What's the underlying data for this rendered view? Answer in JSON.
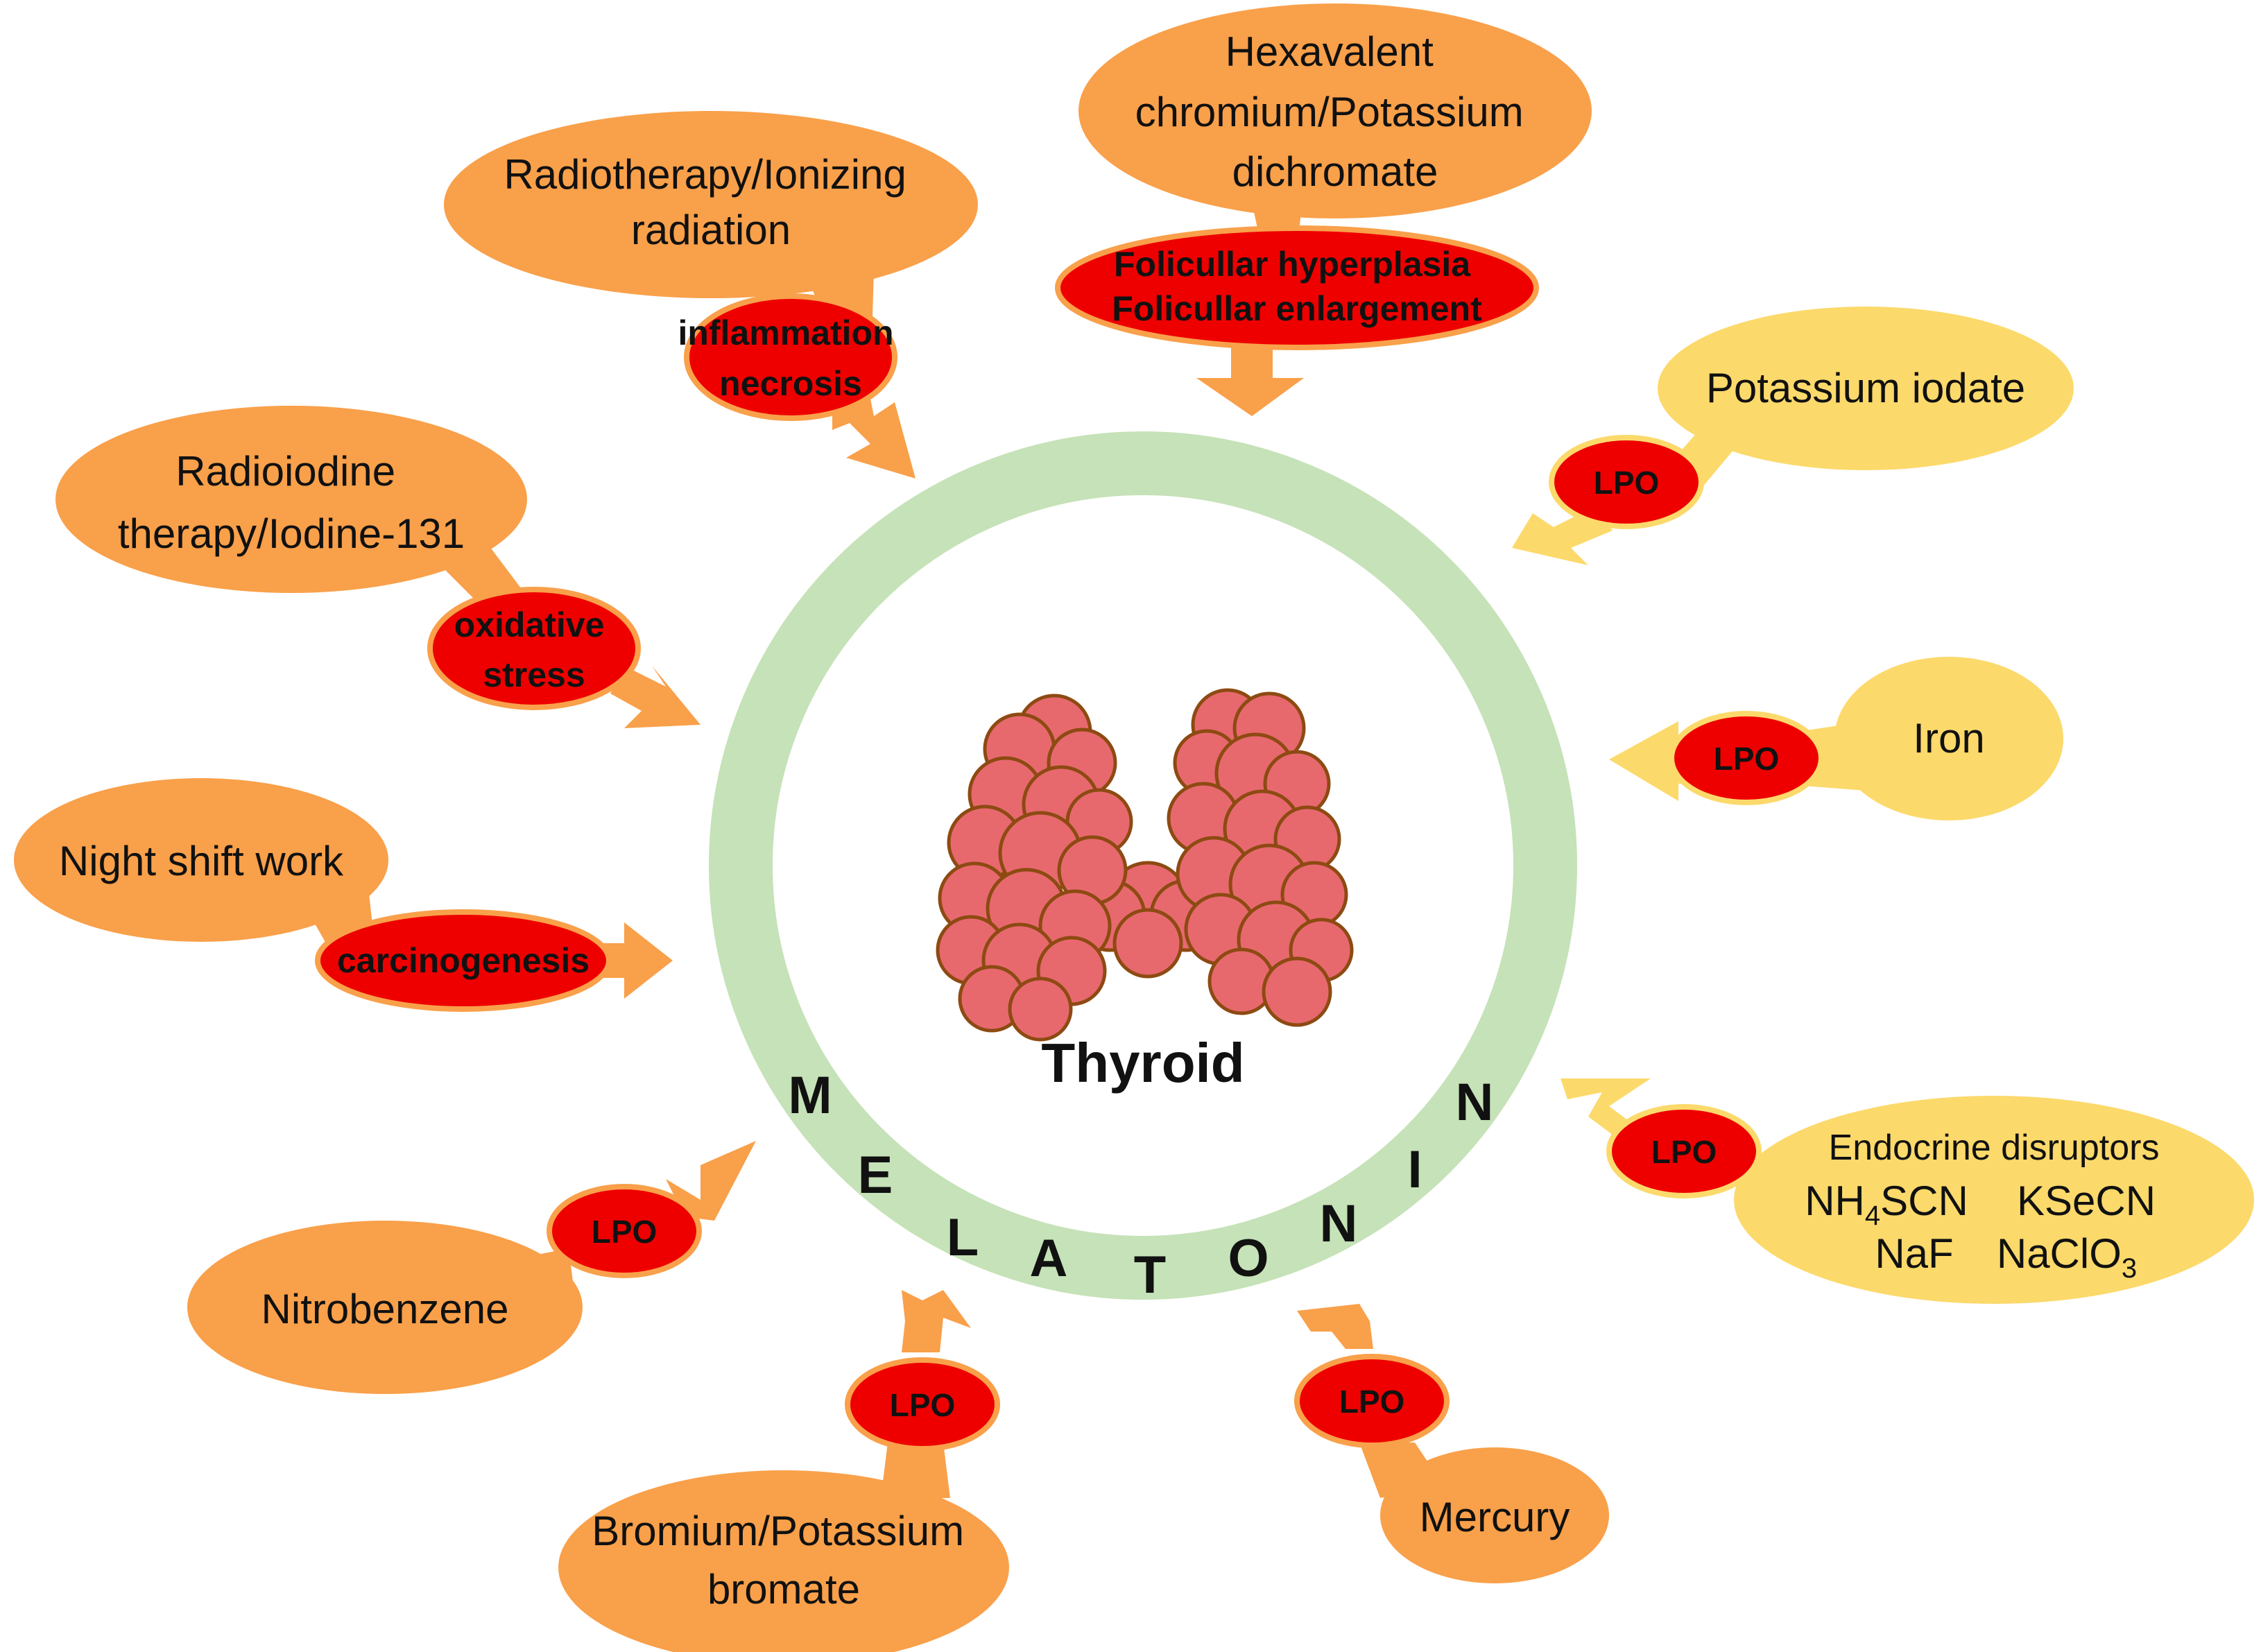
{
  "colors": {
    "orange": "#f9a04a",
    "yellow": "#fcd96b",
    "red": "#ee0000",
    "ring": "#c6e2b8",
    "thyroid": "#e7696e",
    "thyroid_outline": "#8d4a12"
  },
  "center": {
    "label": "Thyroid",
    "icon": "thyroid-gland-icon"
  },
  "ring": {
    "letters": [
      "M",
      "E",
      "L",
      "A",
      "T",
      "O",
      "N",
      "I",
      "N"
    ]
  },
  "factors": [
    {
      "id": "radiotherapy",
      "lines": [
        "Radiotherapy/Ionizing",
        "radiation"
      ],
      "effect": [
        "inflammation",
        "necrosis"
      ]
    },
    {
      "id": "chromium",
      "lines": [
        "Hexavalent",
        "chromium/Potassium",
        "dichromate"
      ],
      "effect": [
        "Folicullar hyperplasia",
        "Folicullar enlargement"
      ]
    },
    {
      "id": "iodate",
      "lines": [
        "Potassium iodate"
      ],
      "effect": [
        "LPO"
      ]
    },
    {
      "id": "radioiodine",
      "lines": [
        "Radioiodine",
        "therapy/Iodine-131"
      ],
      "effect": [
        "oxidative",
        "stress"
      ]
    },
    {
      "id": "iron",
      "lines": [
        "Iron"
      ],
      "effect": [
        "LPO"
      ]
    },
    {
      "id": "nightshift",
      "lines": [
        "Night shift work"
      ],
      "effect": [
        "carcinogenesis"
      ]
    },
    {
      "id": "disruptors",
      "title": "Endocrine disruptors",
      "chemicals": [
        {
          "base": "NH",
          "sub": "4",
          "rest": "SCN"
        },
        {
          "base": "KSeCN"
        },
        {
          "base": "NaF"
        },
        {
          "base": "NaClO",
          "sub": "3"
        }
      ],
      "effect": [
        "LPO"
      ]
    },
    {
      "id": "nitrobenzene",
      "lines": [
        "Nitrobenzene"
      ],
      "effect": [
        "LPO"
      ]
    },
    {
      "id": "bromate",
      "lines": [
        "Bromium/Potassium",
        "bromate"
      ],
      "effect": [
        "LPO"
      ]
    },
    {
      "id": "mercury",
      "lines": [
        "Mercury"
      ],
      "effect": [
        "LPO"
      ]
    }
  ]
}
